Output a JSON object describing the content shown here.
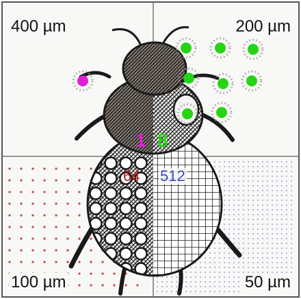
{
  "quadrant_labels": {
    "top_left": "400 µm",
    "top_right": "200 µm",
    "bottom_left": "100 µm",
    "bottom_right": "50 µm"
  },
  "counts": {
    "magenta": "1",
    "green": "8",
    "red": "64",
    "blue": "512"
  },
  "colors": {
    "magenta": "#e01fd8",
    "green": "#25d414",
    "red": "#b81c1c",
    "blue": "#3a49b8",
    "ink": "#1a1a1a",
    "paper": "#f8f8f6"
  }
}
